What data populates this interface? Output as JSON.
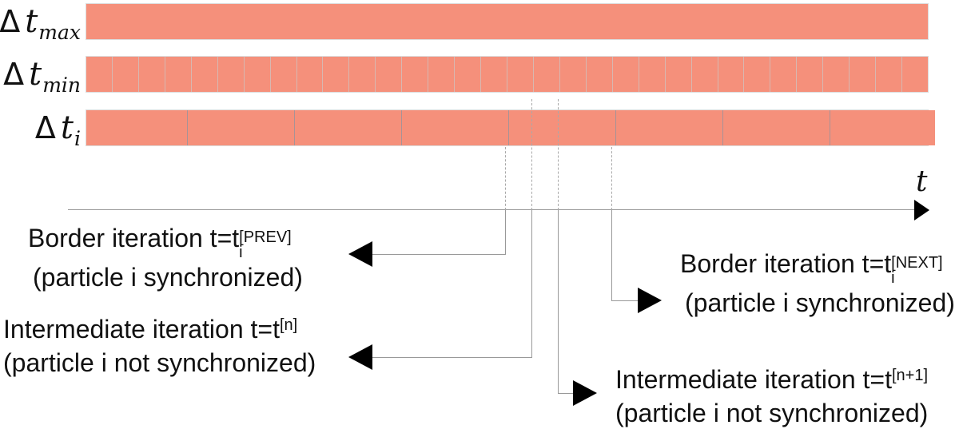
{
  "diagram": {
    "bar_color": "#F5907B",
    "rows": [
      {
        "name": "dt-max",
        "delta": "Δ",
        "symbol": "t",
        "subscript": "max",
        "segments": 1,
        "divider_color": "#d8b7b0"
      },
      {
        "name": "dt-min",
        "delta": "Δ",
        "symbol": "t",
        "subscript": "min",
        "segments": 32,
        "divider_color": "#d8b7b0"
      },
      {
        "name": "dt-i",
        "delta": "Δ",
        "symbol": "t",
        "subscript": "i",
        "segments": 8,
        "segment_widths": [
          126,
          133,
          133,
          133,
          133,
          133,
          133,
          131
        ],
        "divider_color": "#a89296"
      }
    ],
    "axis": {
      "label": "t"
    },
    "annotations": [
      {
        "id": "border-prev",
        "line1": "Border iteration t=t",
        "sub": "i",
        "sup": "[PREV]",
        "line2": "(particle i synchronized)"
      },
      {
        "id": "border-next",
        "line1": "Border iteration t=t",
        "sub": "i",
        "sup": "[NEXT]",
        "line2": "(particle i synchronized)"
      },
      {
        "id": "intermediate-n",
        "line1": "Intermediate iteration t=t",
        "sup": "[n]",
        "line2": "(particle i not synchronized)"
      },
      {
        "id": "intermediate-n-plus-1",
        "line1": "Intermediate iteration t=t",
        "sup": "[n+1]",
        "line2": "(particle i not synchronized)"
      }
    ]
  }
}
